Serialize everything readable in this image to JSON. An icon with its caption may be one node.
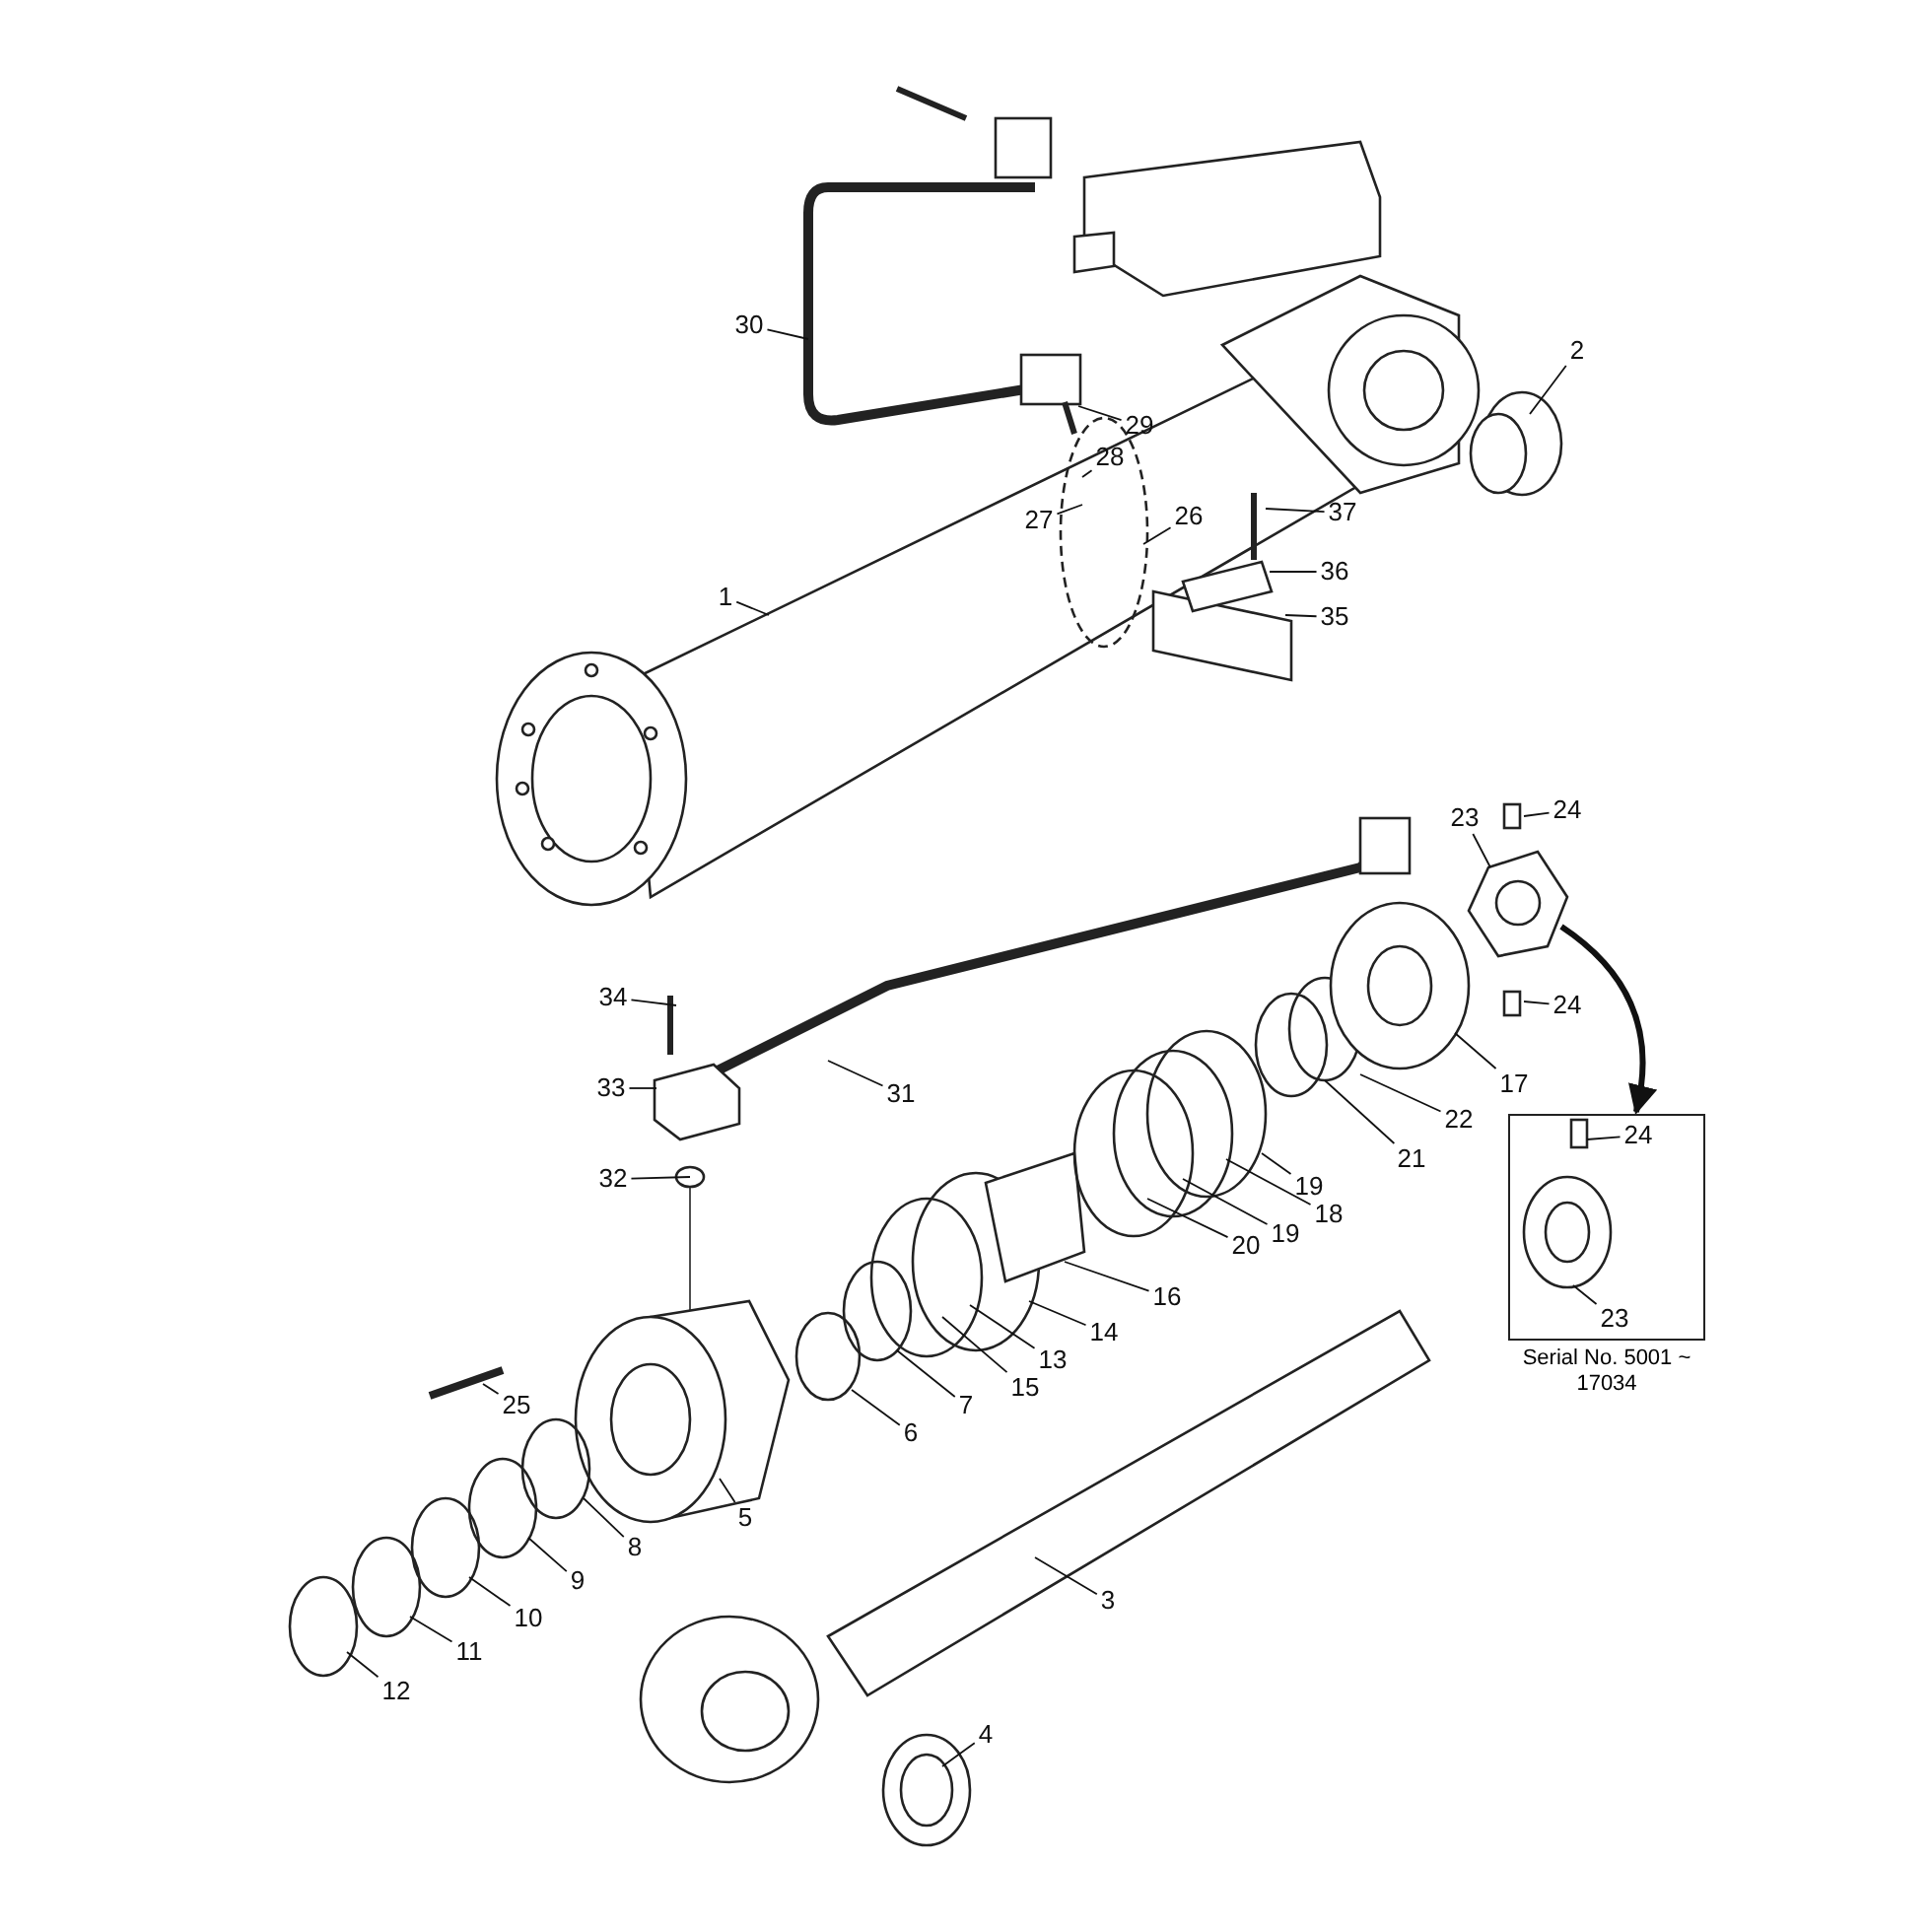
{
  "diagram": {
    "nodes": [
      {
        "text": [
          "30"
        ]
      },
      {
        "text": [
          "2"
        ]
      },
      {
        "text": [
          "29"
        ]
      },
      {
        "text": [
          "28"
        ]
      },
      {
        "text": [
          "27"
        ]
      },
      {
        "text": [
          "26"
        ]
      },
      {
        "text": [
          "37"
        ]
      },
      {
        "text": [
          "36"
        ]
      },
      {
        "text": [
          "1"
        ]
      },
      {
        "text": [
          "35"
        ]
      },
      {
        "text": [
          "23"
        ]
      },
      {
        "text": [
          "24"
        ]
      },
      {
        "text": [
          "34"
        ]
      },
      {
        "text": [
          "24"
        ]
      },
      {
        "text": [
          "33"
        ]
      },
      {
        "text": [
          "31"
        ]
      },
      {
        "text": [
          "17"
        ]
      },
      {
        "text": [
          "Serial No. 5001 ~ 17034"
        ]
      },
      {
        "text": [
          "24"
        ],
        "in": 17
      },
      {
        "text": [
          "23"
        ],
        "in": 17
      },
      {
        "text": [
          "22"
        ]
      },
      {
        "text": [
          "21"
        ]
      },
      {
        "text": [
          "19"
        ]
      },
      {
        "text": [
          "32"
        ]
      },
      {
        "text": [
          "18"
        ]
      },
      {
        "text": [
          "19"
        ]
      },
      {
        "text": [
          "20"
        ]
      },
      {
        "text": [
          "16"
        ]
      },
      {
        "text": [
          "14"
        ]
      },
      {
        "text": [
          "13"
        ]
      },
      {
        "text": [
          "15"
        ]
      },
      {
        "text": [
          "7"
        ]
      },
      {
        "text": [
          "25"
        ]
      },
      {
        "text": [
          "6"
        ]
      },
      {
        "text": [
          "5"
        ]
      },
      {
        "text": [
          "8"
        ]
      },
      {
        "text": [
          "3"
        ]
      },
      {
        "text": [
          "9"
        ]
      },
      {
        "text": [
          "10"
        ]
      },
      {
        "text": [
          "11"
        ]
      },
      {
        "text": [
          "12"
        ]
      },
      {
        "text": [
          "4"
        ]
      }
    ],
    "edges": [
      {
        "from": 0,
        "to": null,
        "arrow": "none"
      },
      {
        "from": 1,
        "to": null,
        "arrow": "none"
      },
      {
        "from": 2,
        "to": null,
        "arrow": "none"
      },
      {
        "from": 3,
        "to": null,
        "arrow": "none"
      },
      {
        "from": 4,
        "to": null,
        "arrow": "none"
      },
      {
        "from": 5,
        "to": null,
        "arrow": "none"
      },
      {
        "from": 6,
        "to": null,
        "arrow": "none"
      },
      {
        "from": 7,
        "to": null,
        "arrow": "none"
      },
      {
        "from": 8,
        "to": null,
        "arrow": "none"
      },
      {
        "from": 9,
        "to": null,
        "arrow": "none"
      },
      {
        "from": 10,
        "to": null,
        "arrow": "none"
      },
      {
        "from": 11,
        "to": null,
        "arrow": "none"
      },
      {
        "from": 12,
        "to": null,
        "arrow": "none"
      },
      {
        "from": 13,
        "to": null,
        "arrow": "none"
      },
      {
        "from": 14,
        "to": null,
        "arrow": "none"
      },
      {
        "from": 15,
        "to": null,
        "arrow": "none"
      },
      {
        "from": 16,
        "to": null,
        "arrow": "none"
      },
      {
        "from": 18,
        "to": null,
        "arrow": "none"
      },
      {
        "from": 19,
        "to": null,
        "arrow": "none"
      },
      {
        "from": 20,
        "to": null,
        "arrow": "none"
      },
      {
        "from": 21,
        "to": null,
        "arrow": "none"
      },
      {
        "from": 22,
        "to": null,
        "arrow": "none"
      },
      {
        "from": 23,
        "to": null,
        "arrow": "none"
      },
      {
        "from": 24,
        "to": null,
        "arrow": "none"
      },
      {
        "from": 25,
        "to": null,
        "arrow": "none"
      },
      {
        "from": 26,
        "to": null,
        "arrow": "none"
      },
      {
        "from": 27,
        "to": null,
        "arrow": "none"
      },
      {
        "from": 28,
        "to": null,
        "arrow": "none"
      },
      {
        "from": 29,
        "to": null,
        "arrow": "none"
      },
      {
        "from": 30,
        "to": null,
        "arrow": "none"
      },
      {
        "from": 31,
        "to": null,
        "arrow": "none"
      },
      {
        "from": 32,
        "to": null,
        "arrow": "none"
      },
      {
        "from": 33,
        "to": null,
        "arrow": "none"
      },
      {
        "from": 34,
        "to": null,
        "arrow": "none"
      },
      {
        "from": 35,
        "to": null,
        "arrow": "none"
      },
      {
        "from": 36,
        "to": null,
        "arrow": "none"
      },
      {
        "from": 37,
        "to": null,
        "arrow": "none"
      },
      {
        "from": 38,
        "to": null,
        "arrow": "none"
      },
      {
        "from": 39,
        "to": null,
        "arrow": "none"
      },
      {
        "from": 40,
        "to": null,
        "arrow": "none"
      },
      {
        "from": 41,
        "to": null,
        "arrow": "none"
      },
      {
        "from": null,
        "to": 17,
        "arrow": "to",
        "style": "thick"
      }
    ]
  }
}
